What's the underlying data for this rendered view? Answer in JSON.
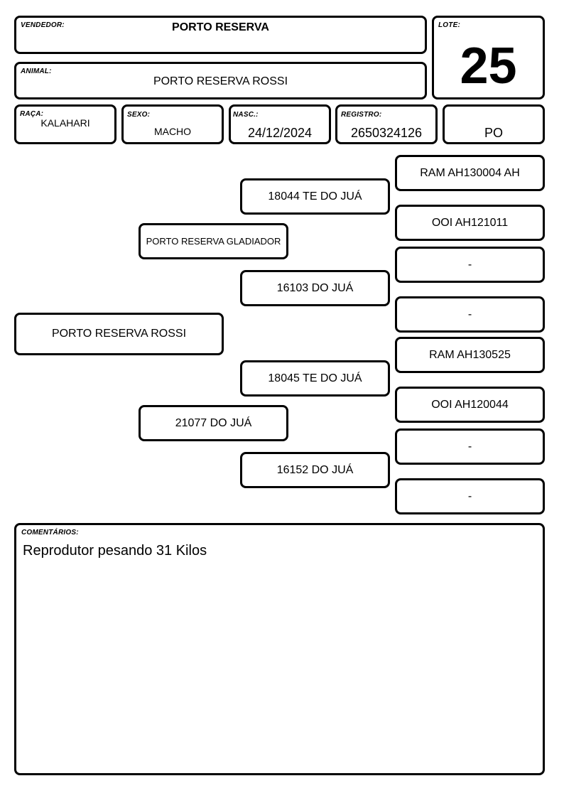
{
  "header": {
    "vendedor": {
      "label": "VENDEDOR:",
      "value": "PORTO RESERVA"
    },
    "lote": {
      "label": "LOTE:",
      "value": "25"
    },
    "animal": {
      "label": "ANIMAL:",
      "value": "PORTO RESERVA ROSSI"
    },
    "raca": {
      "label": "RAÇA:",
      "value": "KALAHARI"
    },
    "sexo": {
      "label": "SEXO:",
      "value": "MACHO"
    },
    "nasc": {
      "label": "NASC.:",
      "value": "24/12/2024"
    },
    "registro": {
      "label": "REGISTRO:",
      "value": "2650324126"
    },
    "categoria": {
      "value": "PO"
    }
  },
  "pedigree": {
    "animal": "PORTO RESERVA ROSSI",
    "sire": "PORTO RESERVA GLADIADOR",
    "dam": "21077 DO JUÁ",
    "sire_sire": "18044 TE DO JUÁ",
    "sire_dam": "16103 DO JUÁ",
    "dam_sire": "18045 TE DO JUÁ",
    "dam_dam": "16152 DO JUÁ",
    "g3": [
      "RAM AH130004 AH",
      "OOI AH121011",
      "-",
      "-",
      "RAM AH130525",
      "OOI AH120044",
      "-",
      "-"
    ]
  },
  "comments": {
    "label": "COMENTÁRIOS:",
    "text": "Reprodutor pesando 31 Kilos"
  }
}
